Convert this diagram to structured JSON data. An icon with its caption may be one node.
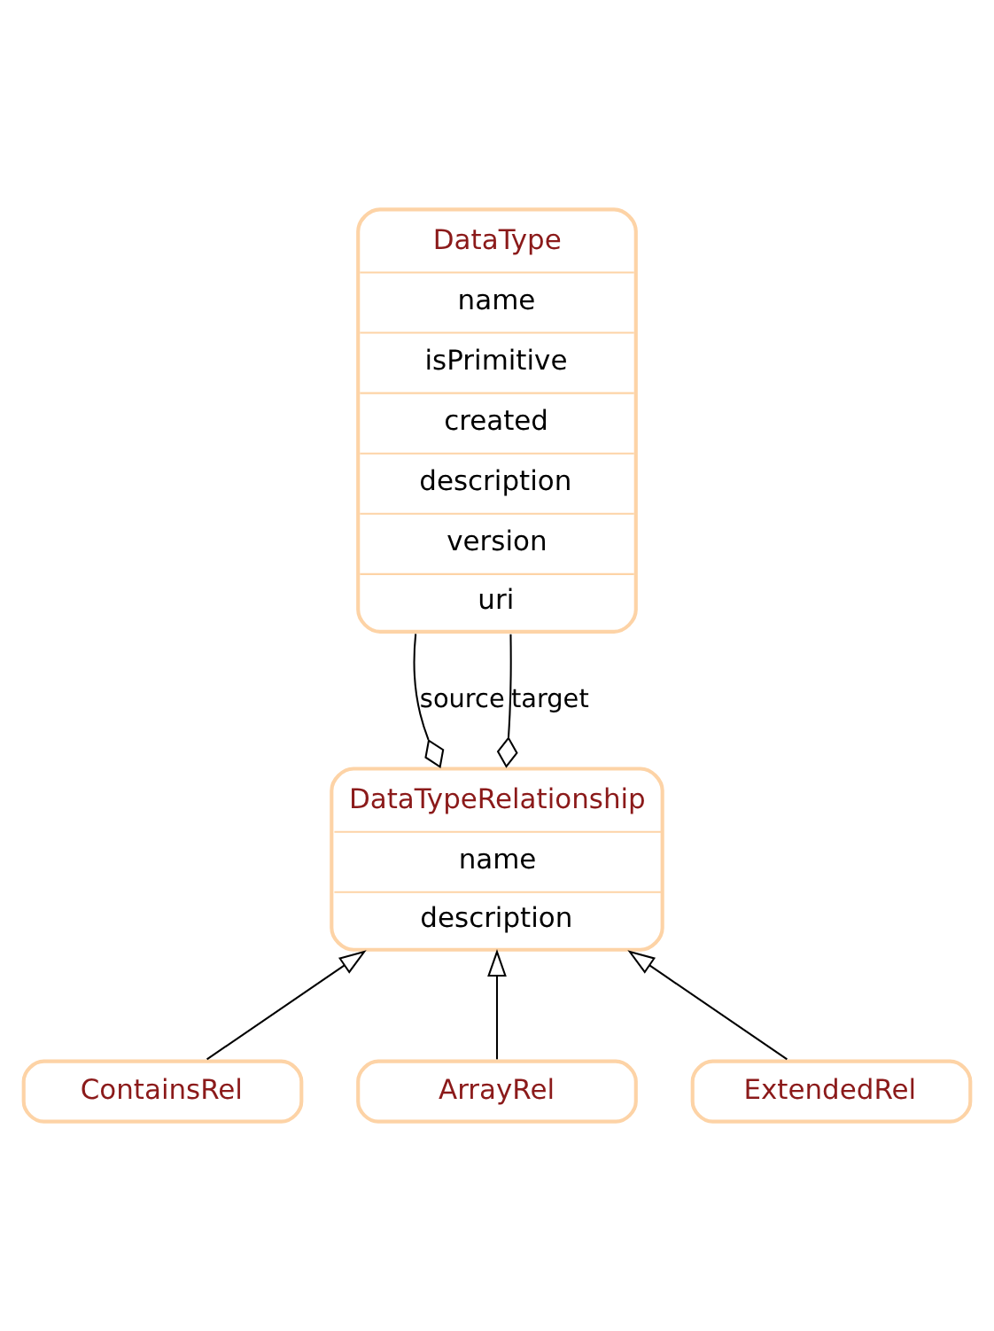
{
  "diagram": {
    "nodes": [
      {
        "text": [
          "DataType",
          "name",
          "isPrimitive",
          "created",
          "description",
          "version",
          "uri"
        ]
      },
      {
        "text": [
          "DataTypeRelationship",
          "name",
          "description"
        ]
      },
      {
        "text": [
          "ContainsRel"
        ]
      },
      {
        "text": [
          "ArrayRel"
        ]
      },
      {
        "text": [
          "ExtendedRel"
        ]
      }
    ],
    "edges": [
      {
        "from": 1,
        "to": 0,
        "arrow": "other",
        "label": "source"
      },
      {
        "from": 1,
        "to": 0,
        "arrow": "other",
        "label": "target"
      },
      {
        "from": 2,
        "to": 1,
        "arrow": "to"
      },
      {
        "from": 3,
        "to": 1,
        "arrow": "to"
      },
      {
        "from": 4,
        "to": 1,
        "arrow": "to"
      }
    ]
  }
}
